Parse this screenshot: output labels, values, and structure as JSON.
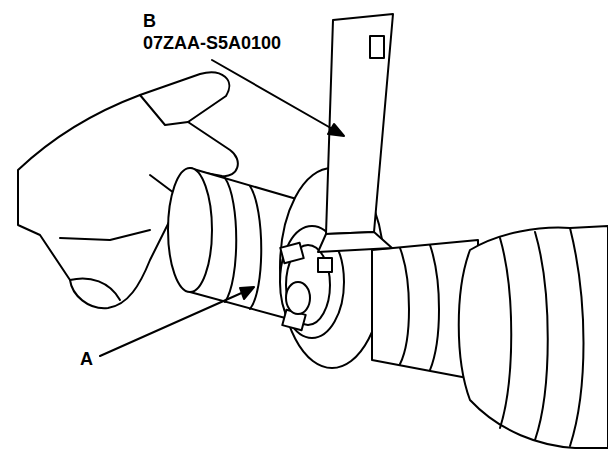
{
  "diagram": {
    "labels": [
      "B",
      "07ZAA-S5A0100",
      "A"
    ]
  }
}
